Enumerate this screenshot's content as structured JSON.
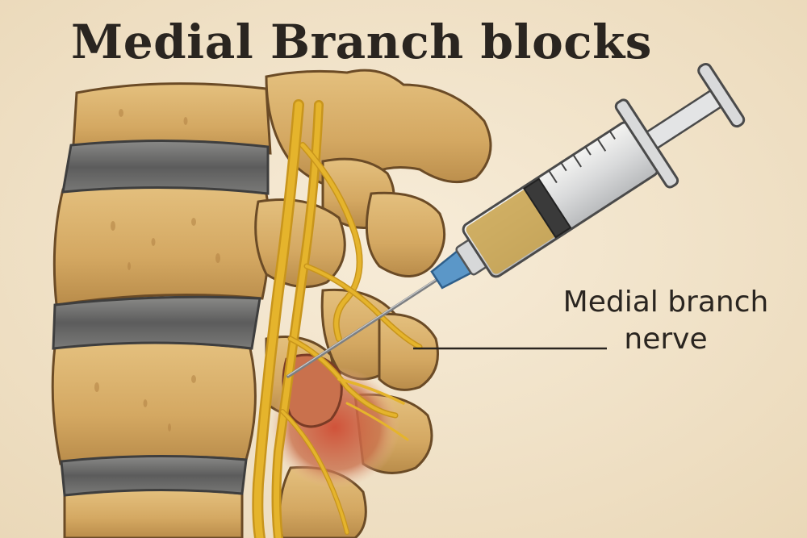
{
  "title": "Medial Branch blocks",
  "annotation": {
    "line1": "Medial branch",
    "line2": "nerve"
  },
  "colors": {
    "background": "#f3e6cf",
    "bone": "#d8b06a",
    "disc": "#6f6f6f",
    "nerve": "#e5b42c",
    "inflamed": "#c4513a",
    "needle_hub": "#5b97c8",
    "medication": "#c9a24a"
  },
  "icons": [
    "spine-illustration",
    "syringe-icon",
    "nerve-icon",
    "inflammation-icon"
  ]
}
